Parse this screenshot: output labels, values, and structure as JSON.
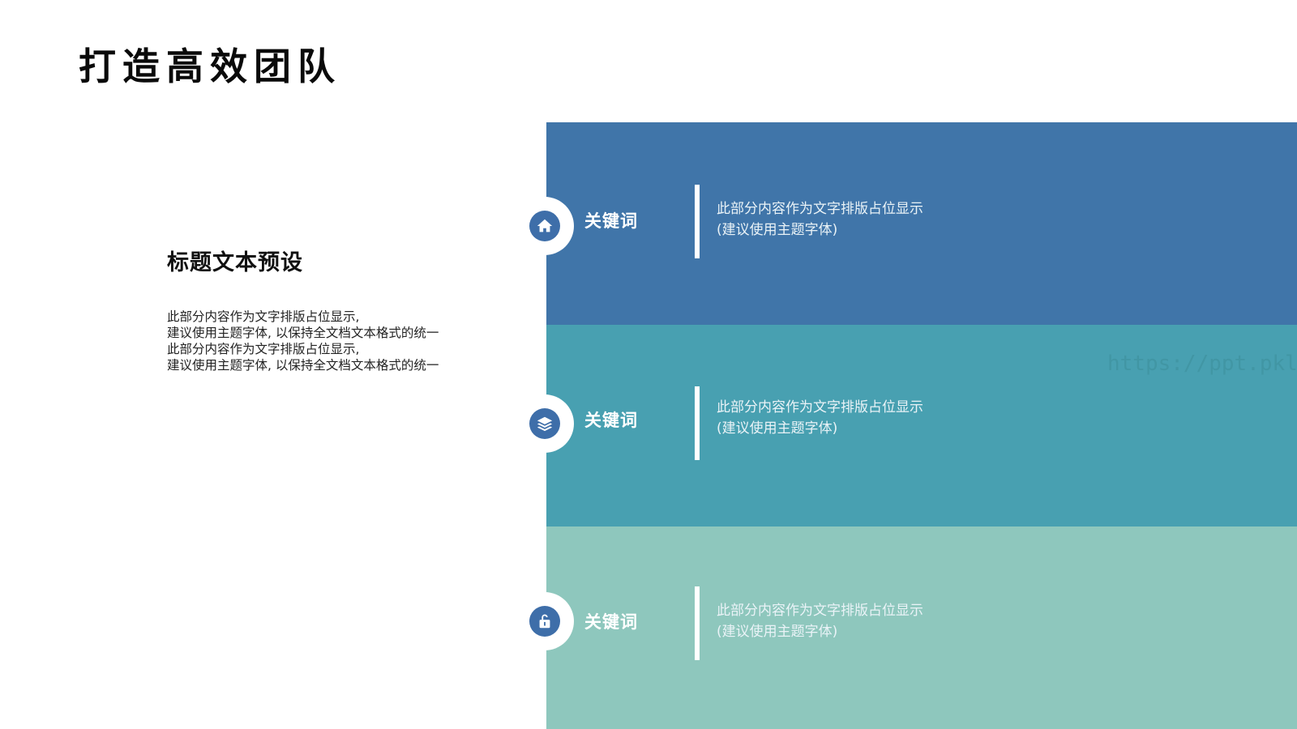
{
  "page": {
    "title": "打造高效团队"
  },
  "left": {
    "heading": "标题文本预设",
    "body": [
      "此部分内容作为文字排版占位显示,",
      "建议使用主题字体, 以保持全文档文本格式的统一",
      "此部分内容作为文字排版占位显示,",
      "建议使用主题字体, 以保持全文档文本格式的统一"
    ]
  },
  "colors": {
    "panel1": "#4075a9",
    "panel2": "#48a0b1",
    "panel3": "#8ec7bd",
    "icon": "#3e6ea9"
  },
  "items": [
    {
      "icon": "home-icon",
      "keyword": "关键词",
      "line1": "此部分内容作为文字排版占位显示",
      "line2": "(建议使用主题字体)"
    },
    {
      "icon": "layers-icon",
      "keyword": "关键词",
      "line1": "此部分内容作为文字排版占位显示",
      "line2": "(建议使用主题字体)"
    },
    {
      "icon": "unlock-icon",
      "keyword": "关键词",
      "line1": "此部分内容作为文字排版占位显示",
      "line2": "(建议使用主题字体)"
    }
  ],
  "watermark": "https://ppt.pkll.de"
}
